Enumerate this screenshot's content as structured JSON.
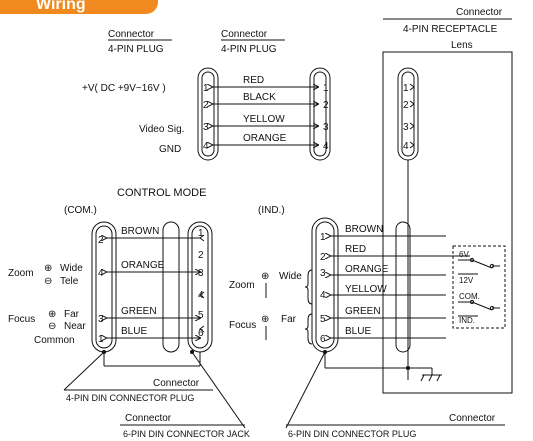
{
  "title": "Wiring",
  "top_left": {
    "plug1_title": "Connector",
    "plug1_sub": "4-PIN PLUG",
    "plug2_title": "Connector",
    "plug2_sub": "4-PIN PLUG",
    "signals": [
      "+V( DC +9V~16V )",
      "",
      "Video Sig.",
      "GND"
    ],
    "pins": [
      "1",
      "2",
      "3",
      "4"
    ],
    "wires": [
      "RED",
      "BLACK",
      "YELLOW",
      "ORANGE"
    ]
  },
  "top_right": {
    "title": "Connector",
    "sub": "4-PIN RECEPTACLE",
    "lens": "Lens",
    "pins": [
      "1",
      "2",
      "3",
      "4"
    ]
  },
  "control_mode": {
    "title": "CONTROL MODE",
    "com_label": "(COM.)",
    "ind_label": "(IND.)"
  },
  "com": {
    "pins4": [
      "2",
      "4",
      "3",
      "1"
    ],
    "wires": [
      "BROWN",
      "ORANGE",
      "GREEN",
      "BLUE"
    ],
    "pins6": [
      "1",
      "2",
      "3",
      "4",
      "5",
      "6"
    ],
    "zoom": "Zoom",
    "wide": "Wide",
    "tele": "Tele",
    "focus": "Focus",
    "far": "Far",
    "near": "Near",
    "common": "Common",
    "plus": "⊕",
    "minus": "⊖",
    "conn4_title": "Connector",
    "conn4_sub": "4-PIN DIN CONNECTOR PLUG",
    "conn6_title": "Connector",
    "conn6_sub": "6-PIN DIN CONNECTOR JACK"
  },
  "ind": {
    "pins": [
      "1",
      "2",
      "3",
      "4",
      "5",
      "6"
    ],
    "wires": [
      "BROWN",
      "RED",
      "ORANGE",
      "YELLOW",
      "GREEN",
      "BLUE"
    ],
    "zoom": "Zoom",
    "wide": "Wide",
    "focus": "Focus",
    "far": "Far",
    "plus": "⊕",
    "conn_title": "Connector",
    "conn_sub": "6-PIN DIN CONNECTOR PLUG"
  },
  "switch": {
    "v6": "6V",
    "v12": "12V",
    "com": "COM.",
    "ind": "IND."
  }
}
